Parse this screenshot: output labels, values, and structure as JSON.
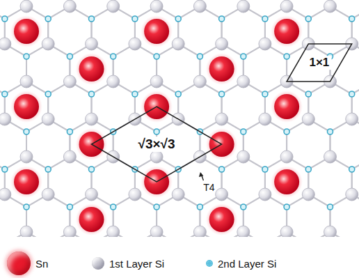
{
  "diagram": {
    "labels": [
      "√3×√3",
      "1×1",
      "T4"
    ],
    "legend": [
      {
        "text": "Sn",
        "color": "#e8192c"
      },
      {
        "text": "1st Layer Si",
        "color": "#c8c8d2"
      },
      {
        "text": "2nd Layer Si",
        "color": "#5bc0de"
      }
    ]
  }
}
